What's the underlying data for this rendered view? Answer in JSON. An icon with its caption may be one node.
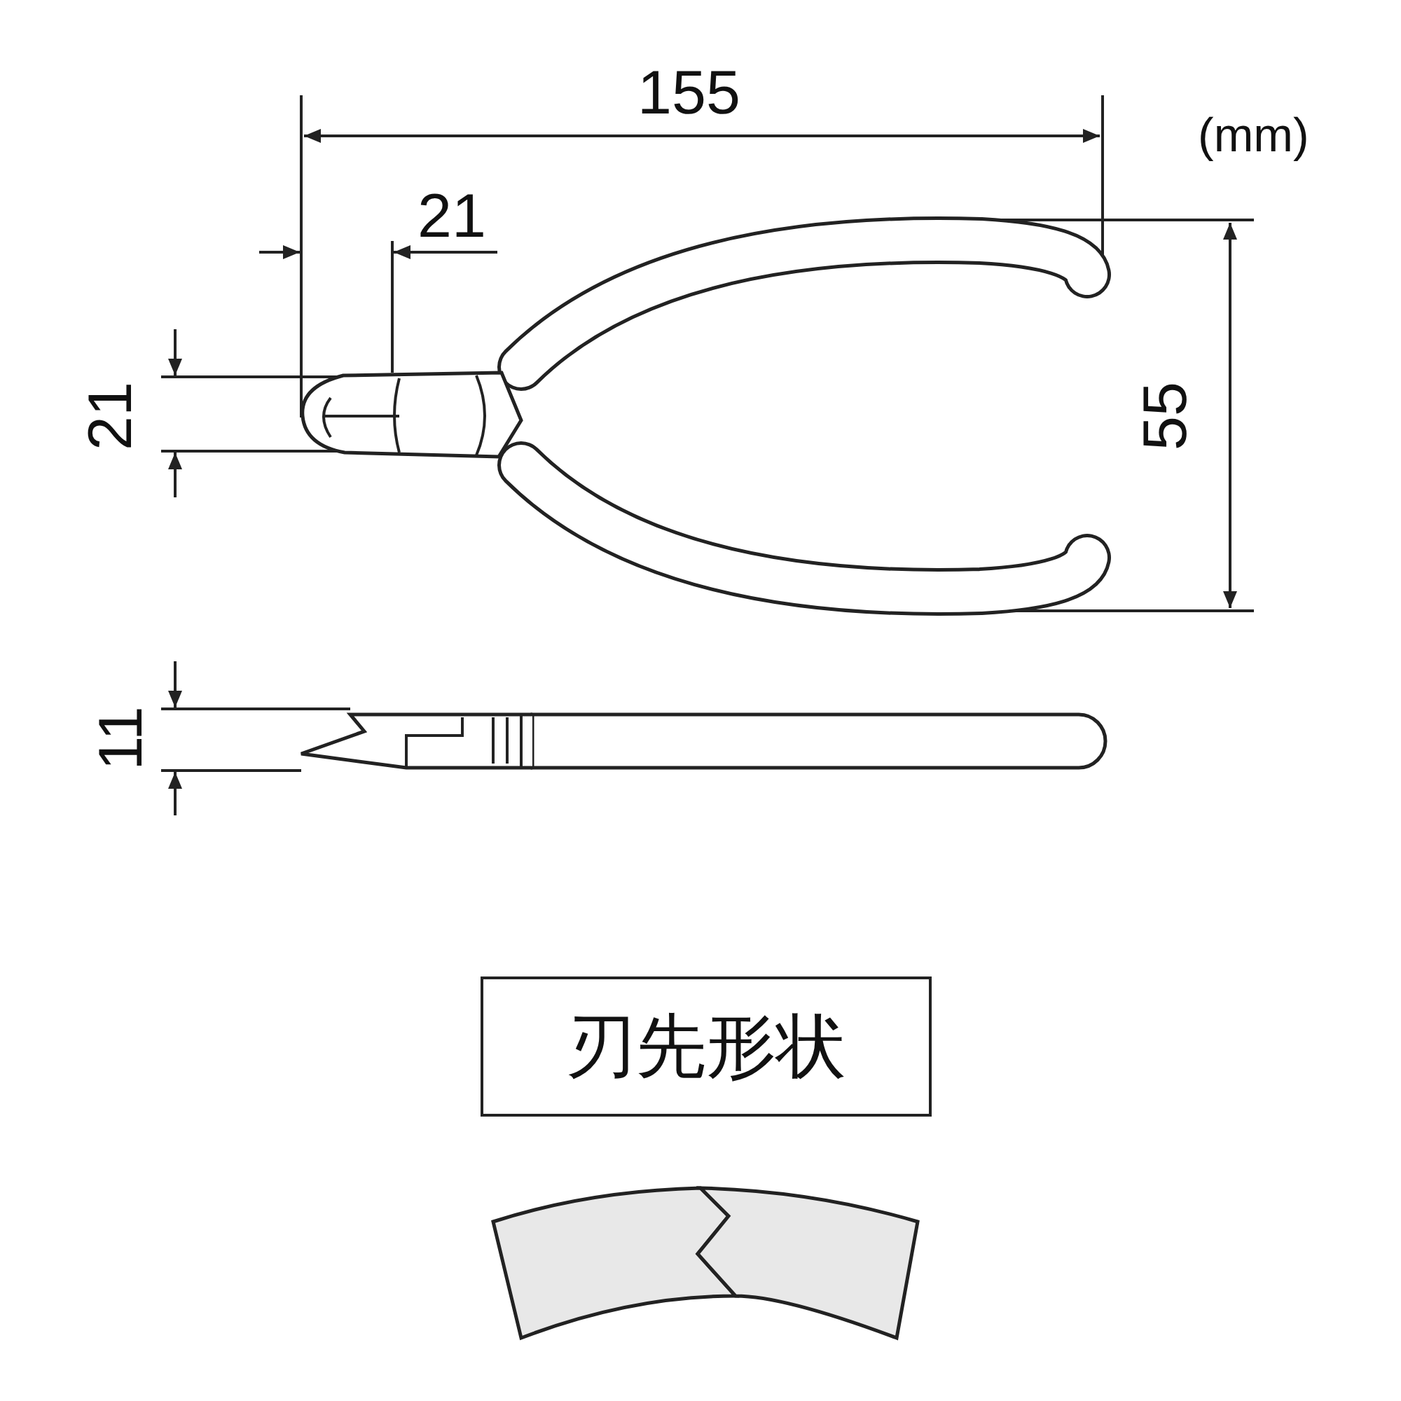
{
  "diagram": {
    "nodes": [
      {
        "text": [
          "刃先形状"
        ]
      }
    ],
    "edges": [],
    "labels": [
      "155",
      "(mm)",
      "21",
      "21",
      "55",
      "11"
    ]
  }
}
